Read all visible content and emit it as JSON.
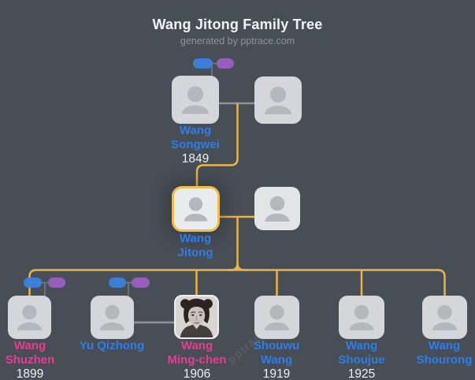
{
  "header": {
    "title": "Wang Jitong Family Tree",
    "subtitle": "generated by pptrace.com"
  },
  "watermark": "pptrace",
  "colors": {
    "background": "#484e56",
    "title_text": "#f1f3f4",
    "subtitle_text": "#8d939b",
    "card": "#d4d6d9",
    "silhouette": "#b4b8bd",
    "connector_yellow": "#ecb445",
    "connector_gray": "#8d939a",
    "selected_border": "#eebd4e",
    "pill_blue": "#3c80dc",
    "pill_purple": "#9a5fc0",
    "name_blue": "#2e7de8",
    "name_pink": "#e83c91",
    "year_text": "#eef0f2"
  },
  "people": [
    {
      "id": "wang-songwei",
      "lines": [
        "Wang",
        "Songwei"
      ],
      "year": "1849"
    },
    {
      "id": "wang-jitong",
      "lines": [
        "Wang",
        "Jitong"
      ],
      "year": "",
      "selected": true
    },
    {
      "id": "wang-shuzhen",
      "lines": [
        "Wang",
        "Shuzhen"
      ],
      "year": "1899"
    },
    {
      "id": "yu-qizhong",
      "lines": [
        "Yu Qizhong"
      ],
      "year": ""
    },
    {
      "id": "wang-ming-chen",
      "lines": [
        "Wang",
        "Ming-chen"
      ],
      "year": "1906",
      "photo": true
    },
    {
      "id": "shouwu-wang",
      "lines": [
        "Shouwu",
        "Wang"
      ],
      "year": "1919"
    },
    {
      "id": "wang-shoujue",
      "lines": [
        "Wang",
        "Shoujue"
      ],
      "year": "1925"
    },
    {
      "id": "wang-shourong",
      "lines": [
        "Wang",
        "Shourong"
      ],
      "year": ""
    },
    {
      "id": "unnamed-spouse-gen1",
      "lines": [],
      "year": ""
    },
    {
      "id": "unnamed-spouse-gen2",
      "lines": [],
      "year": ""
    }
  ]
}
